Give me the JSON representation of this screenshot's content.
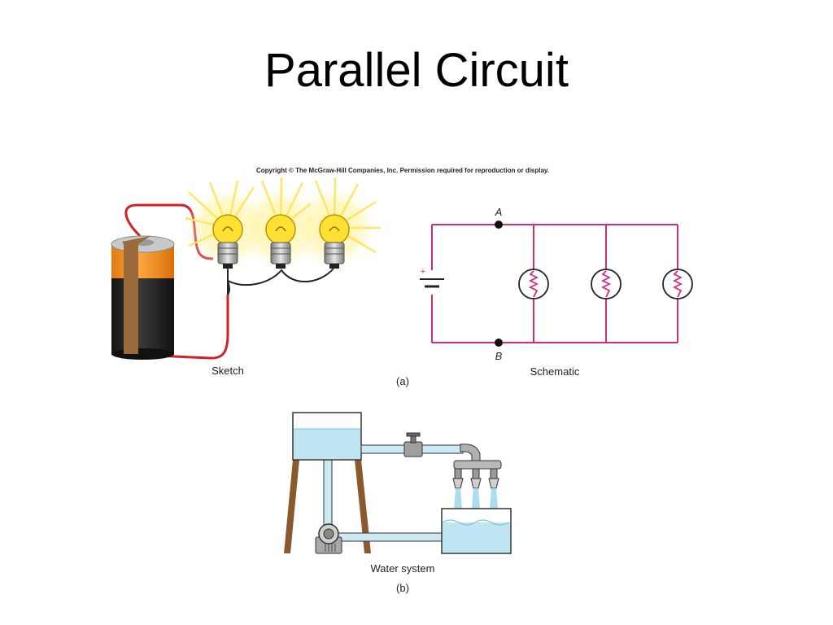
{
  "slide": {
    "title": "Parallel Circuit"
  },
  "figure": {
    "copyright": "Copyright © The McGraw-Hill Companies, Inc. Permission required for reproduction or display.",
    "sketch_label": "Sketch",
    "schematic_label": "Schematic",
    "part_a_label": "(a)",
    "node_a_label": "A",
    "node_b_label": "B",
    "plus_sign": "+",
    "water_label": "Water system",
    "part_b_label": "(b)"
  },
  "colors": {
    "wire_red": "#d0202a",
    "wire_black": "#222222",
    "schematic_line": "#cc2f7a",
    "battery_orange": "#f7931e",
    "battery_black": "#231f20",
    "band_brown": "#9c6b3c",
    "bulb_yellow": "#ffe033",
    "water_blue": "#bfe4f2",
    "pipe_blue": "#cde9f3",
    "tank_legs": "#8a5a2e"
  }
}
